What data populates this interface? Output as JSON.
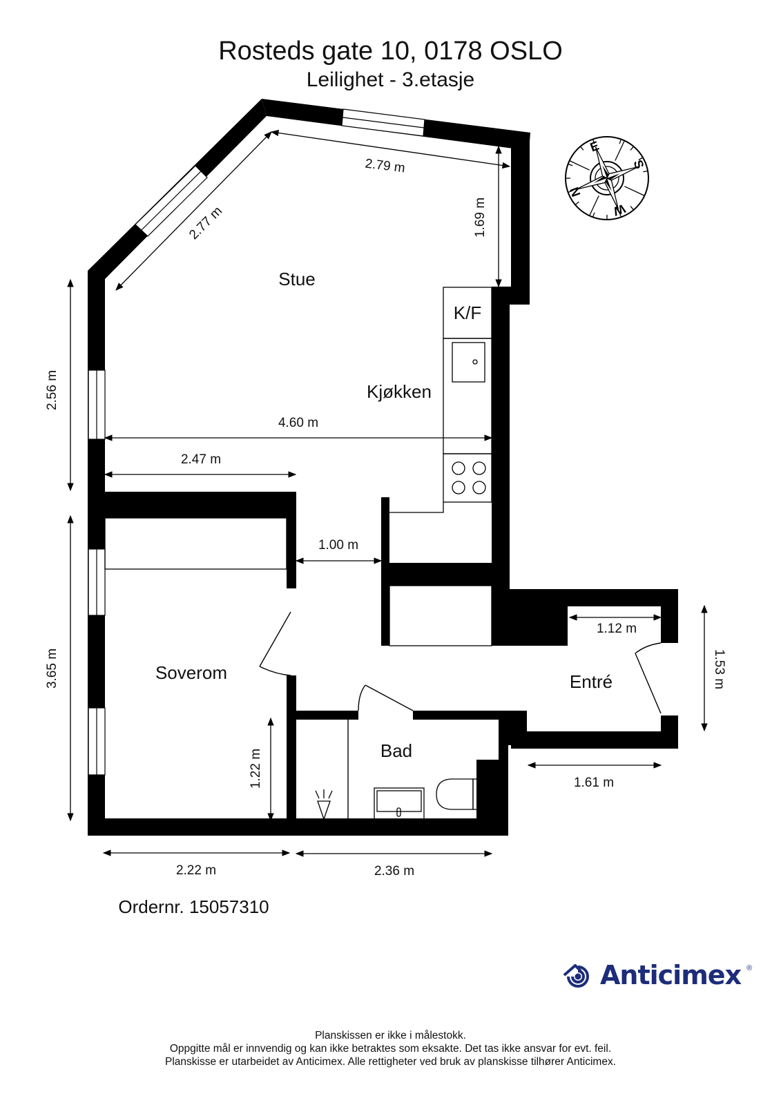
{
  "header": {
    "address": "Rosteds gate 10, 0178 OSLO",
    "unit": "Leilighet  - 3.etasje"
  },
  "rooms": {
    "stue": "Stue",
    "kjokken": "Kjøkken",
    "kf": "K/F",
    "soverom": "Soverom",
    "entre": "Entré",
    "bad": "Bad"
  },
  "dimensions": {
    "top_wall": "2.79 m",
    "diagonal_wall": "2.77 m",
    "right_stue": "1.69 m",
    "left_stue": "2.56 m",
    "stue_width": "4.60 m",
    "stue_lower": "2.47 m",
    "hall_width": "1.00 m",
    "entre_top": "1.12 m",
    "entre_height": "1.53 m",
    "entre_bottom": "1.61 m",
    "soverom_height": "3.65 m",
    "bad_height": "1.22 m",
    "soverom_width": "2.22 m",
    "bad_width": "2.36 m"
  },
  "compass": {
    "icon": "compass-rose-icon",
    "labels": [
      "E",
      "S",
      "W",
      "N"
    ]
  },
  "order": "Ordernr. 15057310",
  "brand": {
    "name": "Anticimex",
    "registered": "®",
    "color": "#1d2d7a",
    "icon": "anticimex-logo-icon"
  },
  "footer": {
    "line1": "Planskissen er ikke i målestokk.",
    "line2": "Oppgitte mål er innvendig og kan ikke betraktes som eksakte. Det tas ikke ansvar for evt. feil.",
    "line3": "Planskisse er utarbeidet av Anticimex. Alle rettigheter ved bruk av planskisse tilhører Anticimex."
  }
}
